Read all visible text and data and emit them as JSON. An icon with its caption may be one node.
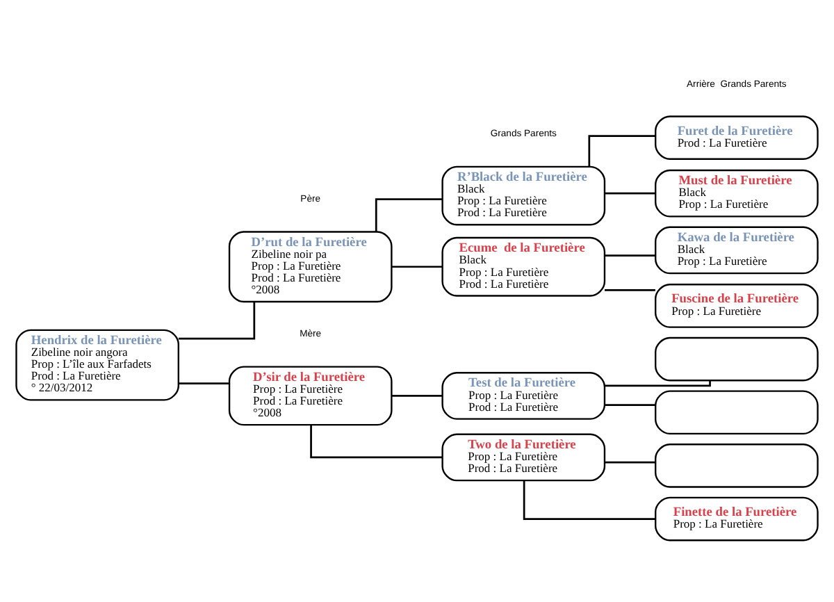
{
  "diagram": {
    "nodes": [
      {
        "text": [
          "Hendrix de la Furetière",
          "Zibeline noir angora",
          "Prop : L’île aux Farfadets",
          "Prod : La Furetière",
          "° 22/03/2012"
        ]
      },
      {
        "text": [
          "D’rut de la Furetière",
          "Zibeline noir pa",
          "Prop : La Furetière",
          "Prod : La Furetière",
          "°2008"
        ]
      },
      {
        "text": [
          "D’sir de la Furetière",
          "Prop : La Furetière",
          "Prod : La Furetière",
          "°2008"
        ]
      },
      {
        "text": [
          "R’Black de la Furetière",
          "Black",
          "Prop : La Furetière",
          "Prod : La Furetière"
        ]
      },
      {
        "text": [
          "Ecume  de la Furetière",
          "Black",
          "Prop : La Furetière",
          "Prod : La Furetière"
        ]
      },
      {
        "text": [
          "Test de la Furetière",
          "Prop : La Furetière",
          "Prod : La Furetière"
        ]
      },
      {
        "text": [
          "Two de la Furetière",
          "Prop : La Furetière",
          "Prod : La Furetière"
        ]
      },
      {
        "text": [
          "Furet de la Furetière",
          "Prod : La Furetière"
        ]
      },
      {
        "text": [
          "Must de la Furetière",
          "Black",
          "Prop : La Furetière"
        ]
      },
      {
        "text": [
          "Kawa de la Furetière",
          "Black",
          "Prop : La Furetière"
        ]
      },
      {
        "text": [
          "Fuscine de la Furetière",
          "Prop : La Furetière"
        ]
      },
      {
        "text": [],
        "shape": "box"
      },
      {
        "text": [],
        "shape": "box"
      },
      {
        "text": [],
        "shape": "box"
      },
      {
        "text": [
          "Finette de la Furetière",
          "Prop : La Furetière"
        ]
      }
    ],
    "edges": [
      {
        "from": 0,
        "to": 1,
        "arrow": "none"
      },
      {
        "from": 0,
        "to": 2,
        "arrow": "none"
      },
      {
        "from": 1,
        "to": 3,
        "arrow": "none"
      },
      {
        "from": 1,
        "to": 4,
        "arrow": "none"
      },
      {
        "from": 2,
        "to": 5,
        "arrow": "none"
      },
      {
        "from": 2,
        "to": 6,
        "arrow": "none"
      },
      {
        "from": 3,
        "to": 7,
        "arrow": "none"
      },
      {
        "from": 3,
        "to": 8,
        "arrow": "none"
      },
      {
        "from": 4,
        "to": 9,
        "arrow": "none"
      },
      {
        "from": 4,
        "to": 10,
        "arrow": "none"
      },
      {
        "from": 5,
        "to": 11,
        "arrow": "none"
      },
      {
        "from": 5,
        "to": 12,
        "arrow": "none"
      },
      {
        "from": 6,
        "to": 13,
        "arrow": "none"
      },
      {
        "from": 6,
        "to": 14,
        "arrow": "none"
      }
    ],
    "labels": [
      "Père",
      "Mère",
      "Grands Parents",
      "Arrière  Grands Parents"
    ]
  }
}
